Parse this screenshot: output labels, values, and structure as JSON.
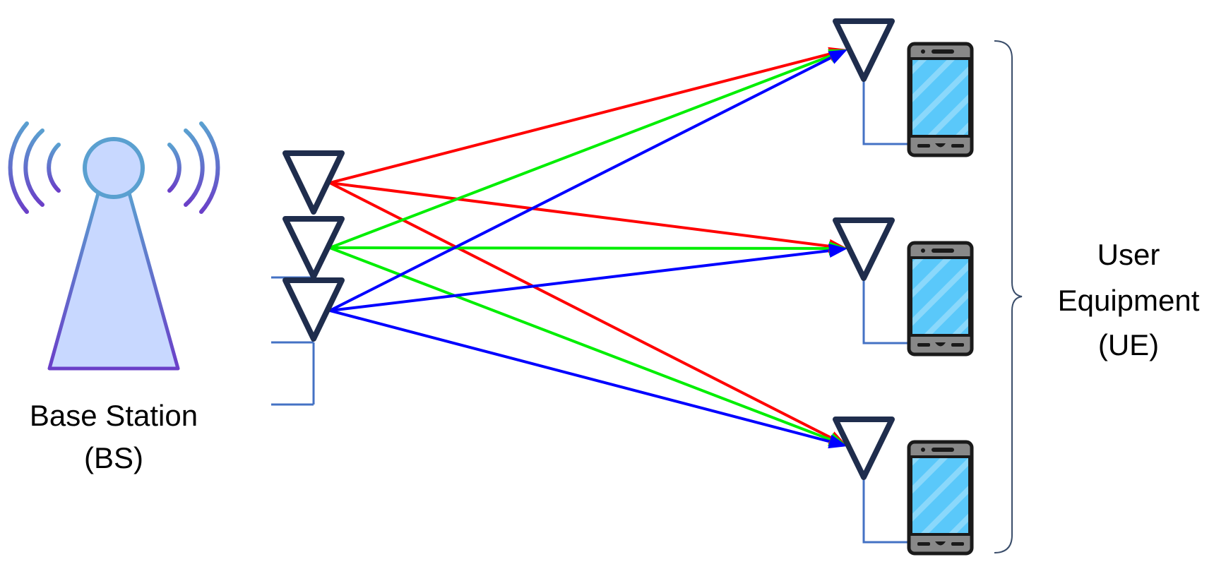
{
  "bs": {
    "label_line1": "Base Station",
    "label_line2": "(BS)",
    "icon": "cell-tower-icon"
  },
  "ue": {
    "label_line1": "User",
    "label_line2": "Equipment",
    "label_line3": "(UE)",
    "count": 3,
    "device_icon": "smartphone-icon",
    "antenna_icon": "antenna-icon"
  },
  "links": {
    "colors": [
      "#ff0000",
      "#00ee00",
      "#0000ff"
    ]
  },
  "colors": {
    "antenna": "#1f2d4d",
    "tower_fill": "#c8d8ff",
    "tower_stroke_top": "#5aa0d0",
    "tower_stroke_bottom": "#6a3fc8",
    "phone_screen": "#5ac8fa",
    "phone_body": "#888888",
    "wire": "#4472c4"
  }
}
